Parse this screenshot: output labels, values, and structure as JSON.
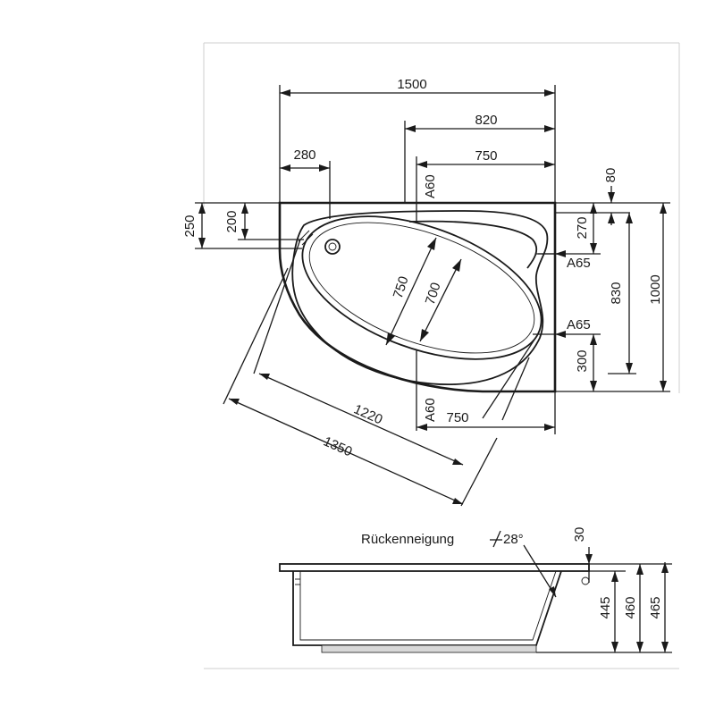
{
  "plan_view": {
    "dims": {
      "overall_width": "1500",
      "inner_offset": "820",
      "drain_offset": "750",
      "left_offset": "280",
      "marker_top": "A60",
      "top_margin": "80",
      "depth_250": "250",
      "depth_200": "200",
      "right_270": "270",
      "right_830": "830",
      "overall_depth": "1000",
      "right_300": "300",
      "marker_right_top": "A65",
      "marker_right_bottom": "A65",
      "basin_750": "750",
      "basin_700": "700",
      "diagonal_1220": "1220",
      "diagonal_1350": "1350",
      "marker_bottom": "A60",
      "bottom_750": "750"
    }
  },
  "side_view": {
    "back_slope_label": "Rückenneigung",
    "back_slope_angle": "28°",
    "rim_30": "30",
    "height_445": "445",
    "height_460": "460",
    "height_465": "465"
  }
}
